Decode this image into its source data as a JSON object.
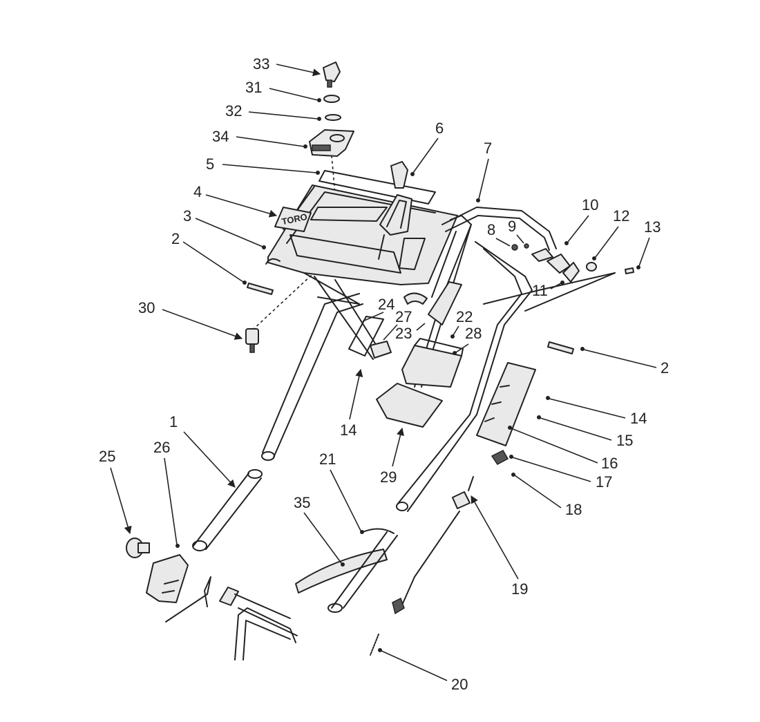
{
  "diagram": {
    "logo_text": "TORO",
    "callouts": [
      "33",
      "31",
      "32",
      "34",
      "5",
      "6",
      "7",
      "4",
      "3",
      "2",
      "8",
      "9",
      "10",
      "12",
      "13",
      "11",
      "30",
      "24",
      "27",
      "22",
      "23",
      "28",
      "2",
      "14",
      "15",
      "16",
      "17",
      "18",
      "14",
      "29",
      "1",
      "21",
      "35",
      "25",
      "26",
      "19",
      "20"
    ]
  }
}
